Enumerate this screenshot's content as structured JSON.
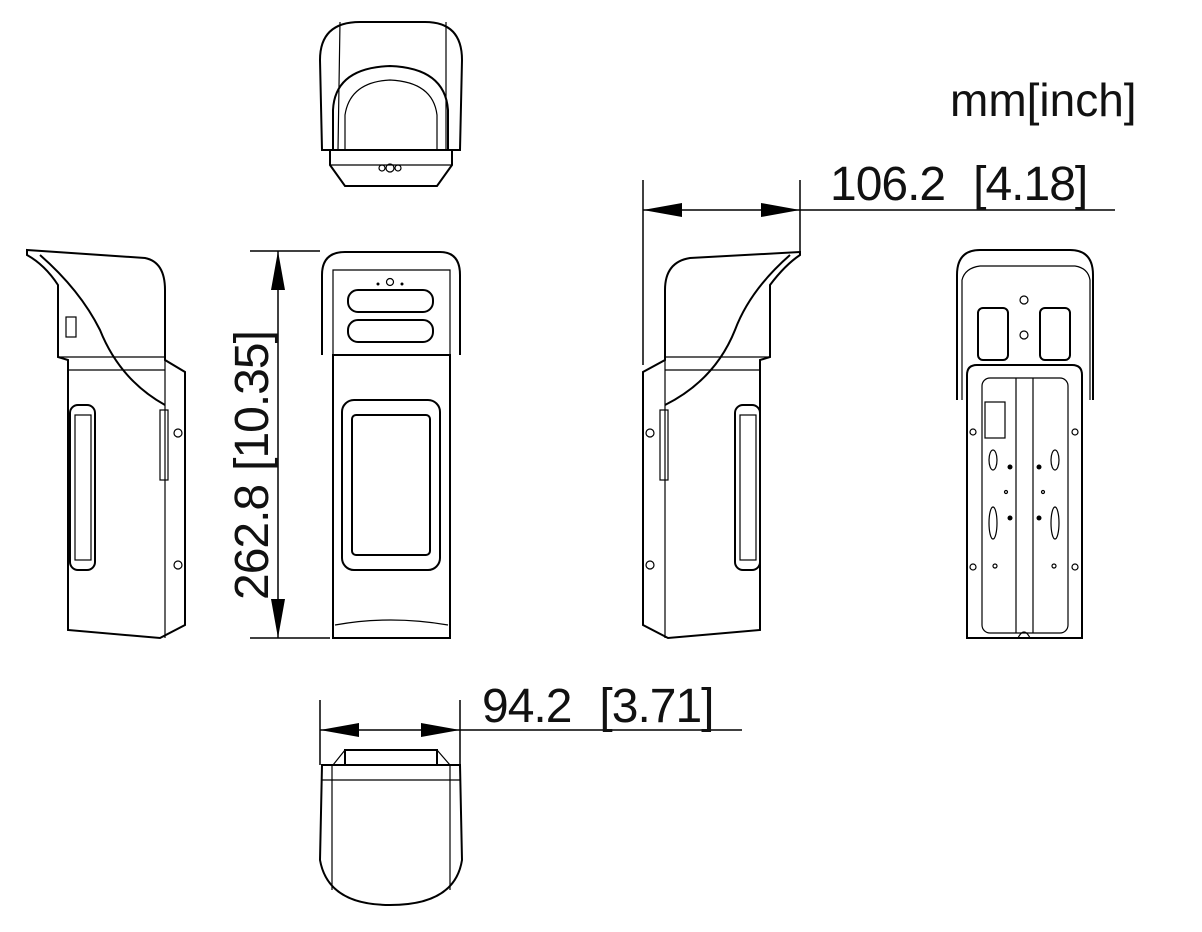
{
  "units_label": "mm[inch]",
  "dimensions": {
    "depth": {
      "mm": "106.2",
      "inch": "[4.18]"
    },
    "height": {
      "mm": "262.8",
      "inch": "[10.35]"
    },
    "width": {
      "mm": "94.2",
      "inch": "[3.71]"
    }
  },
  "views": [
    "top",
    "left-side",
    "front",
    "right-side",
    "back",
    "bottom"
  ]
}
